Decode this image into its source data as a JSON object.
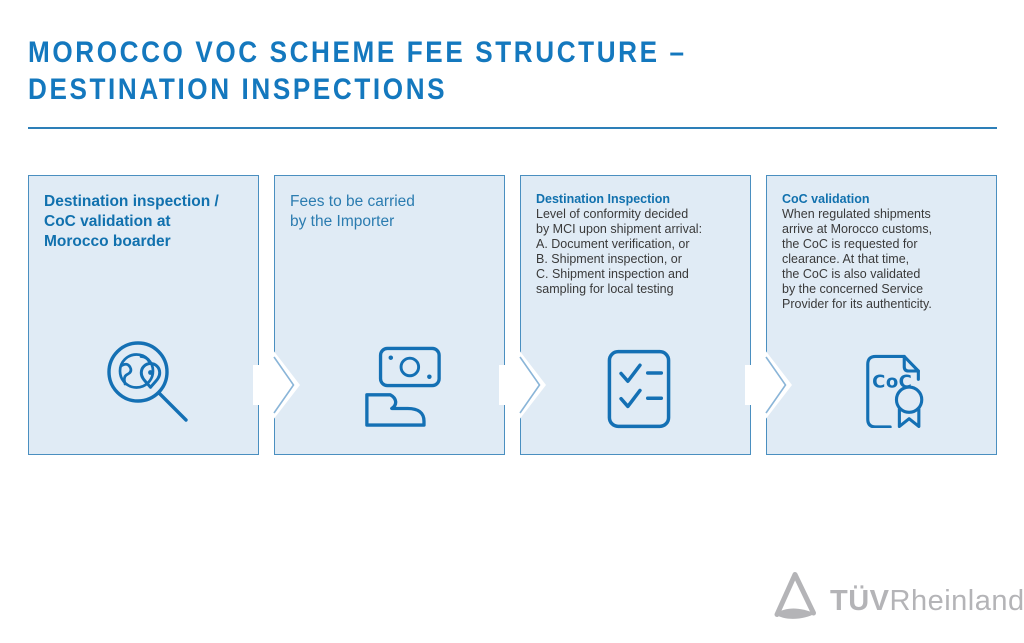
{
  "title": {
    "text": "MOROCCO VOC SCHEME FEE STRUCTURE –\nDESTINATION INSPECTIONS"
  },
  "steps": [
    {
      "heading": "Destination inspection /\nCoC validation at\nMorocco boarder",
      "body": "",
      "icon": "globe-search-magnifier"
    },
    {
      "heading": "Fees to be carried\nby the Importer",
      "body": "",
      "icon": "cash-payment-hand"
    },
    {
      "heading": "Destination Inspection",
      "body": "Level of conformity decided\nby MCI upon shipment arrival:\nA. Document verification, or\nB. Shipment inspection, or\nC. Shipment inspection and\nsampling for local testing",
      "icon": "checklist"
    },
    {
      "heading": "CoC validation",
      "body": "When regulated shipments\narrive at Morocco customs,\nthe CoC is requested for\nclearance. At that time,\nthe CoC is also validated\nby the concerned Service\nProvider for its authenticity.",
      "icon": "coc-certificate"
    }
  ],
  "icon_labels": {
    "certificate_text": "CoC"
  },
  "logo": {
    "brand_bold": "TÜV",
    "brand_regular": "Rheinland",
    "registered_mark": "®"
  },
  "colors": {
    "blue_heading": "#1478be",
    "blue_title": "#1171ae",
    "blue_soft": "#2b7cb0",
    "icon_blue": "#1470b4",
    "box_bg": "#e0ebf5",
    "box_border": "#4a8fc0",
    "arrow_line": "#8ab5d8",
    "rule_blue": "#2d7fb8",
    "body_text": "#3a3a3a",
    "logo_gray": "#b4b4b7"
  }
}
